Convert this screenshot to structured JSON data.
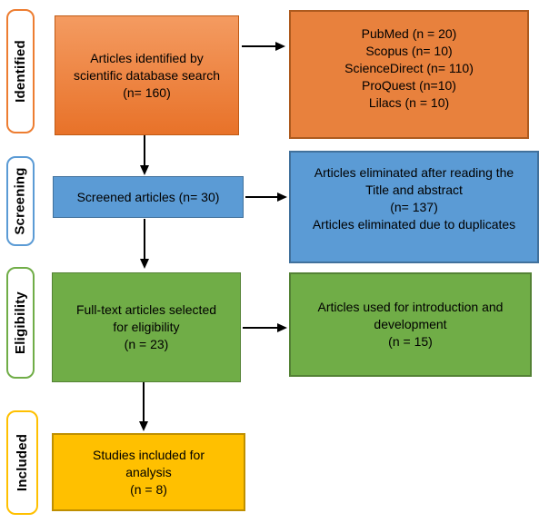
{
  "stages": [
    {
      "label": "Identified",
      "border_color": "#ED7D31"
    },
    {
      "label": "Screening",
      "border_color": "#5B9BD5"
    },
    {
      "label": "Eligibility",
      "border_color": "#70AD47"
    },
    {
      "label": "Included",
      "border_color": "#FFC000"
    }
  ],
  "boxes": {
    "identified_main": {
      "lines": [
        "Articles identified by",
        "scientific database search",
        "(n= 160)"
      ],
      "fill": "#E87F35",
      "border": "#C05A15"
    },
    "identified_sources": {
      "lines": [
        "PubMed (n = 20)",
        "Scopus (n= 10)",
        "ScienceDirect (n= 110)",
        "ProQuest (n=10)",
        "Lilacs (n = 10)"
      ],
      "fill": "#E8813D",
      "border": "#AD5A1E"
    },
    "screened": {
      "lines": [
        "Screened articles (n= 30)"
      ],
      "fill": "#5B9BD5",
      "border": "#41719C"
    },
    "eliminated": {
      "lines": [
        "Articles eliminated after reading the",
        "Title and abstract",
        "(n= 137)",
        "Articles eliminated due to duplicates"
      ],
      "fill": "#5B9BD5",
      "border": "#41719C"
    },
    "fulltext": {
      "lines": [
        "Full-text articles selected",
        "for eligibility",
        "(n = 23)"
      ],
      "fill": "#70AD47",
      "border": "#548235"
    },
    "intro": {
      "lines": [
        "Articles used for introduction and",
        "development",
        "(n = 15)"
      ],
      "fill": "#70AD47",
      "border": "#548235"
    },
    "included": {
      "lines": [
        "Studies included for",
        "analysis",
        "(n = 8)"
      ],
      "fill": "#FFC000",
      "border": "#BF8F00"
    }
  },
  "colors": {
    "arrow": "#000000",
    "text": "#000000",
    "background": "#FFFFFF"
  }
}
